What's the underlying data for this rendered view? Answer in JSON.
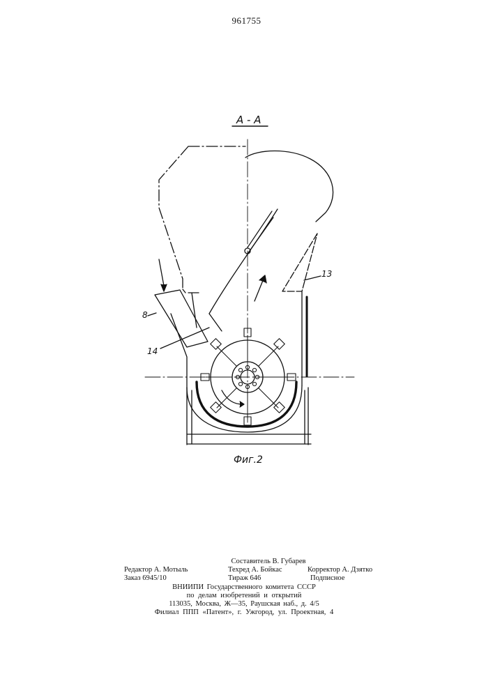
{
  "header": {
    "patent_number": "961755"
  },
  "drawing": {
    "section_label": "А - А",
    "callouts": [
      "8",
      "14",
      "13"
    ],
    "figure_caption": "Фиг.2"
  },
  "colophon": {
    "compiler": "Составитель В. Губарев",
    "editor": "Редактор А. Мотыль",
    "techred": "Техред А. Бойкас",
    "corrector": "Корректор А. Дзятко",
    "order": "Заказ 6945/10",
    "circulation": "Тираж 646",
    "subscription": "Подписное",
    "org_line1": "ВНИИПИ Государственного комитета СССР",
    "org_line2": "по делам изобретений и открытий",
    "org_address": "113035, Москва, Ж—35, Раушская наб., д. 4/5",
    "branch": "Филиал ППП «Патент», г. Ужгород, ул. Проектная, 4"
  }
}
